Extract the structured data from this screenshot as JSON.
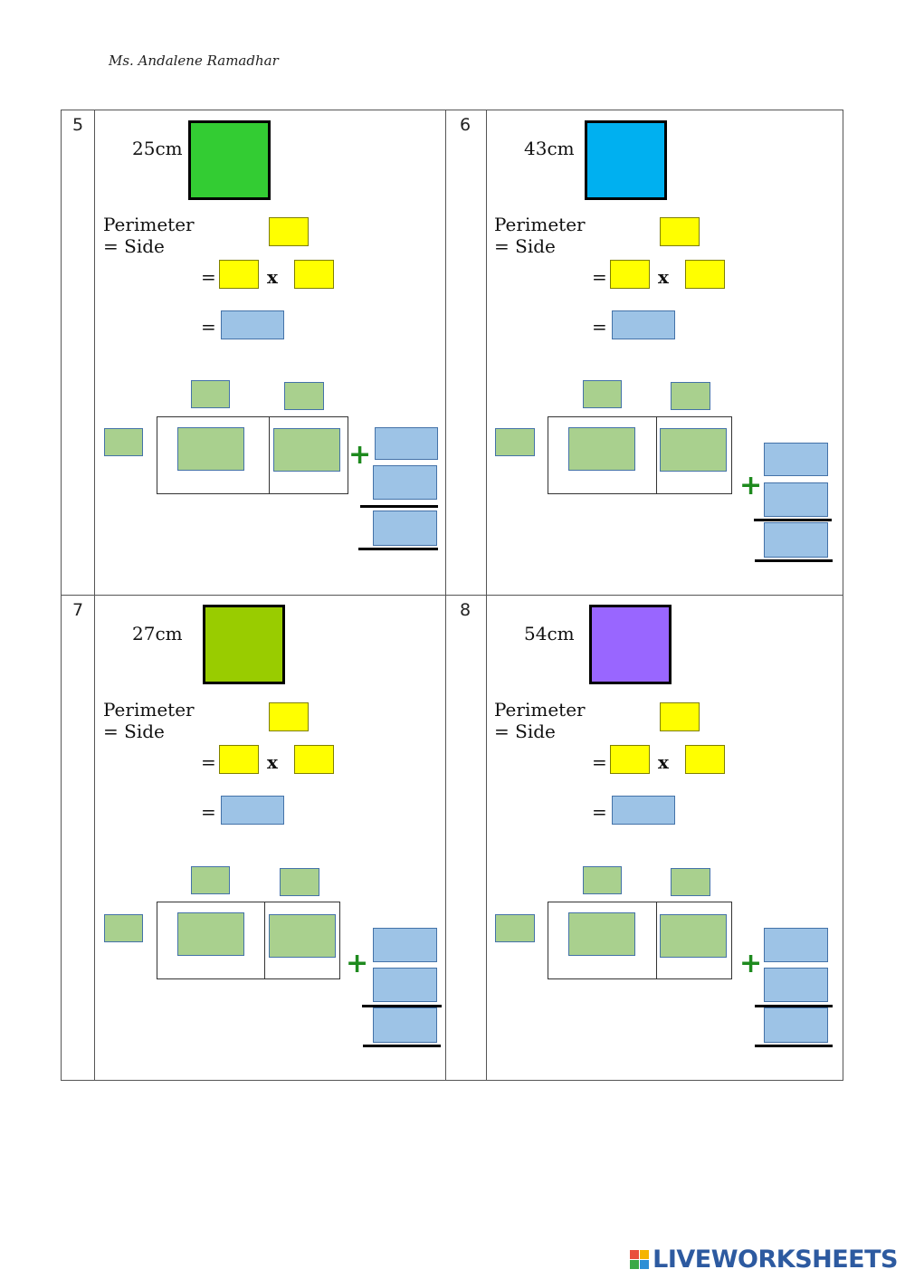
{
  "header": {
    "author": "Ms. Andalene Ramadhar"
  },
  "problems": [
    {
      "number": "5",
      "side": "25cm",
      "color": "#33cc33"
    },
    {
      "number": "6",
      "side": "43cm",
      "color": "#00b0f0"
    },
    {
      "number": "7",
      "side": "27cm",
      "color": "#99cc00"
    },
    {
      "number": "8",
      "side": "54cm",
      "color": "#9966ff"
    }
  ],
  "labels": {
    "perimeter": "Perimeter = Side",
    "equals": "=",
    "times": "x",
    "plus": "+"
  },
  "footer": {
    "brand": "LIVEWORKSHEETS"
  }
}
